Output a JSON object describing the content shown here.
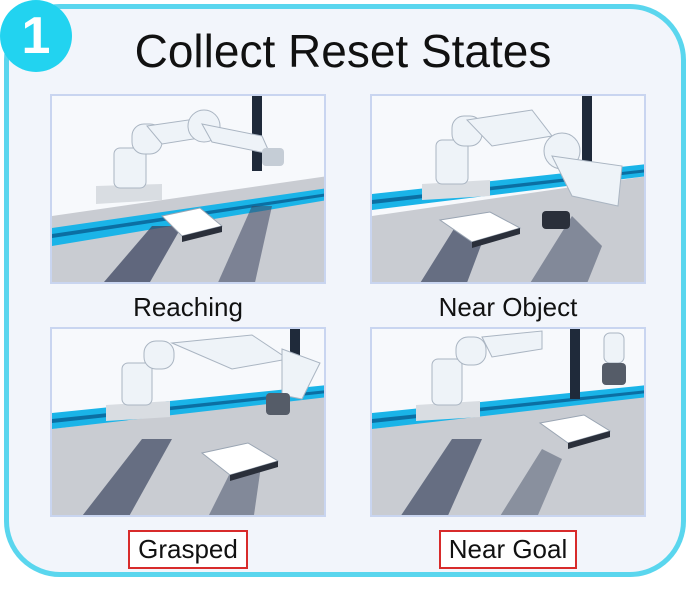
{
  "step": {
    "number": "1",
    "badge_color": "#22d3f0"
  },
  "title": "Collect Reset States",
  "panel": {
    "border_color": "#5ad6ee",
    "background": "#f2f5fb"
  },
  "scenes": [
    {
      "caption": "Reaching",
      "highlighted": false,
      "robot_pose": "reaching-toward-table"
    },
    {
      "caption": "Near Object",
      "highlighted": false,
      "robot_pose": "gripper-near-object"
    },
    {
      "caption": "Grasped",
      "highlighted": true,
      "robot_pose": "object-grasped"
    },
    {
      "caption": "Near Goal",
      "highlighted": true,
      "robot_pose": "gripper-near-goal"
    }
  ],
  "colors": {
    "highlight_border": "#d82b2b",
    "scene_border": "#c9d5f0",
    "rail": "#1ab4e8",
    "floor": "#c9ccd2",
    "robot": "#eef3f8",
    "shadow": "#3c4660"
  }
}
